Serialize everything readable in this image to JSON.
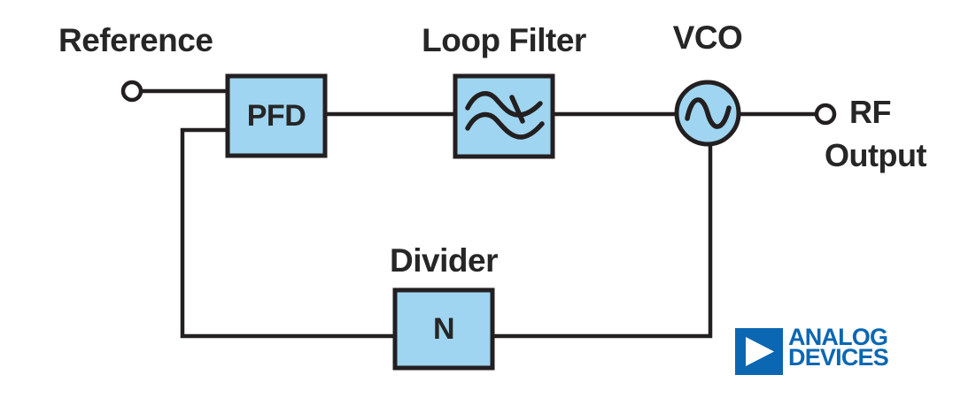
{
  "diagram_type": "pll-frequency-synthesizer-block-diagram",
  "colors": {
    "background": "#ffffff",
    "block_fill": "#9fd5f0",
    "stroke": "#231f20",
    "label_text": "#262626",
    "logo_blue": "#0b67b2"
  },
  "nodes": {
    "reference": {
      "caption": "Reference"
    },
    "pfd": {
      "label": "PFD"
    },
    "loop_filter": {
      "caption": "Loop Filter",
      "icon": "low-pass-filter-icon"
    },
    "vco": {
      "caption": "VCO",
      "icon": "sine-wave-icon"
    },
    "rf_output": {
      "caption_line1": "RF",
      "caption_line2": "Output"
    },
    "divider": {
      "caption": "Divider",
      "label": "N"
    }
  },
  "logo": {
    "line1": "ANALOG",
    "line2": "DEVICES",
    "icon": "analog-devices-play-triangle-icon"
  }
}
